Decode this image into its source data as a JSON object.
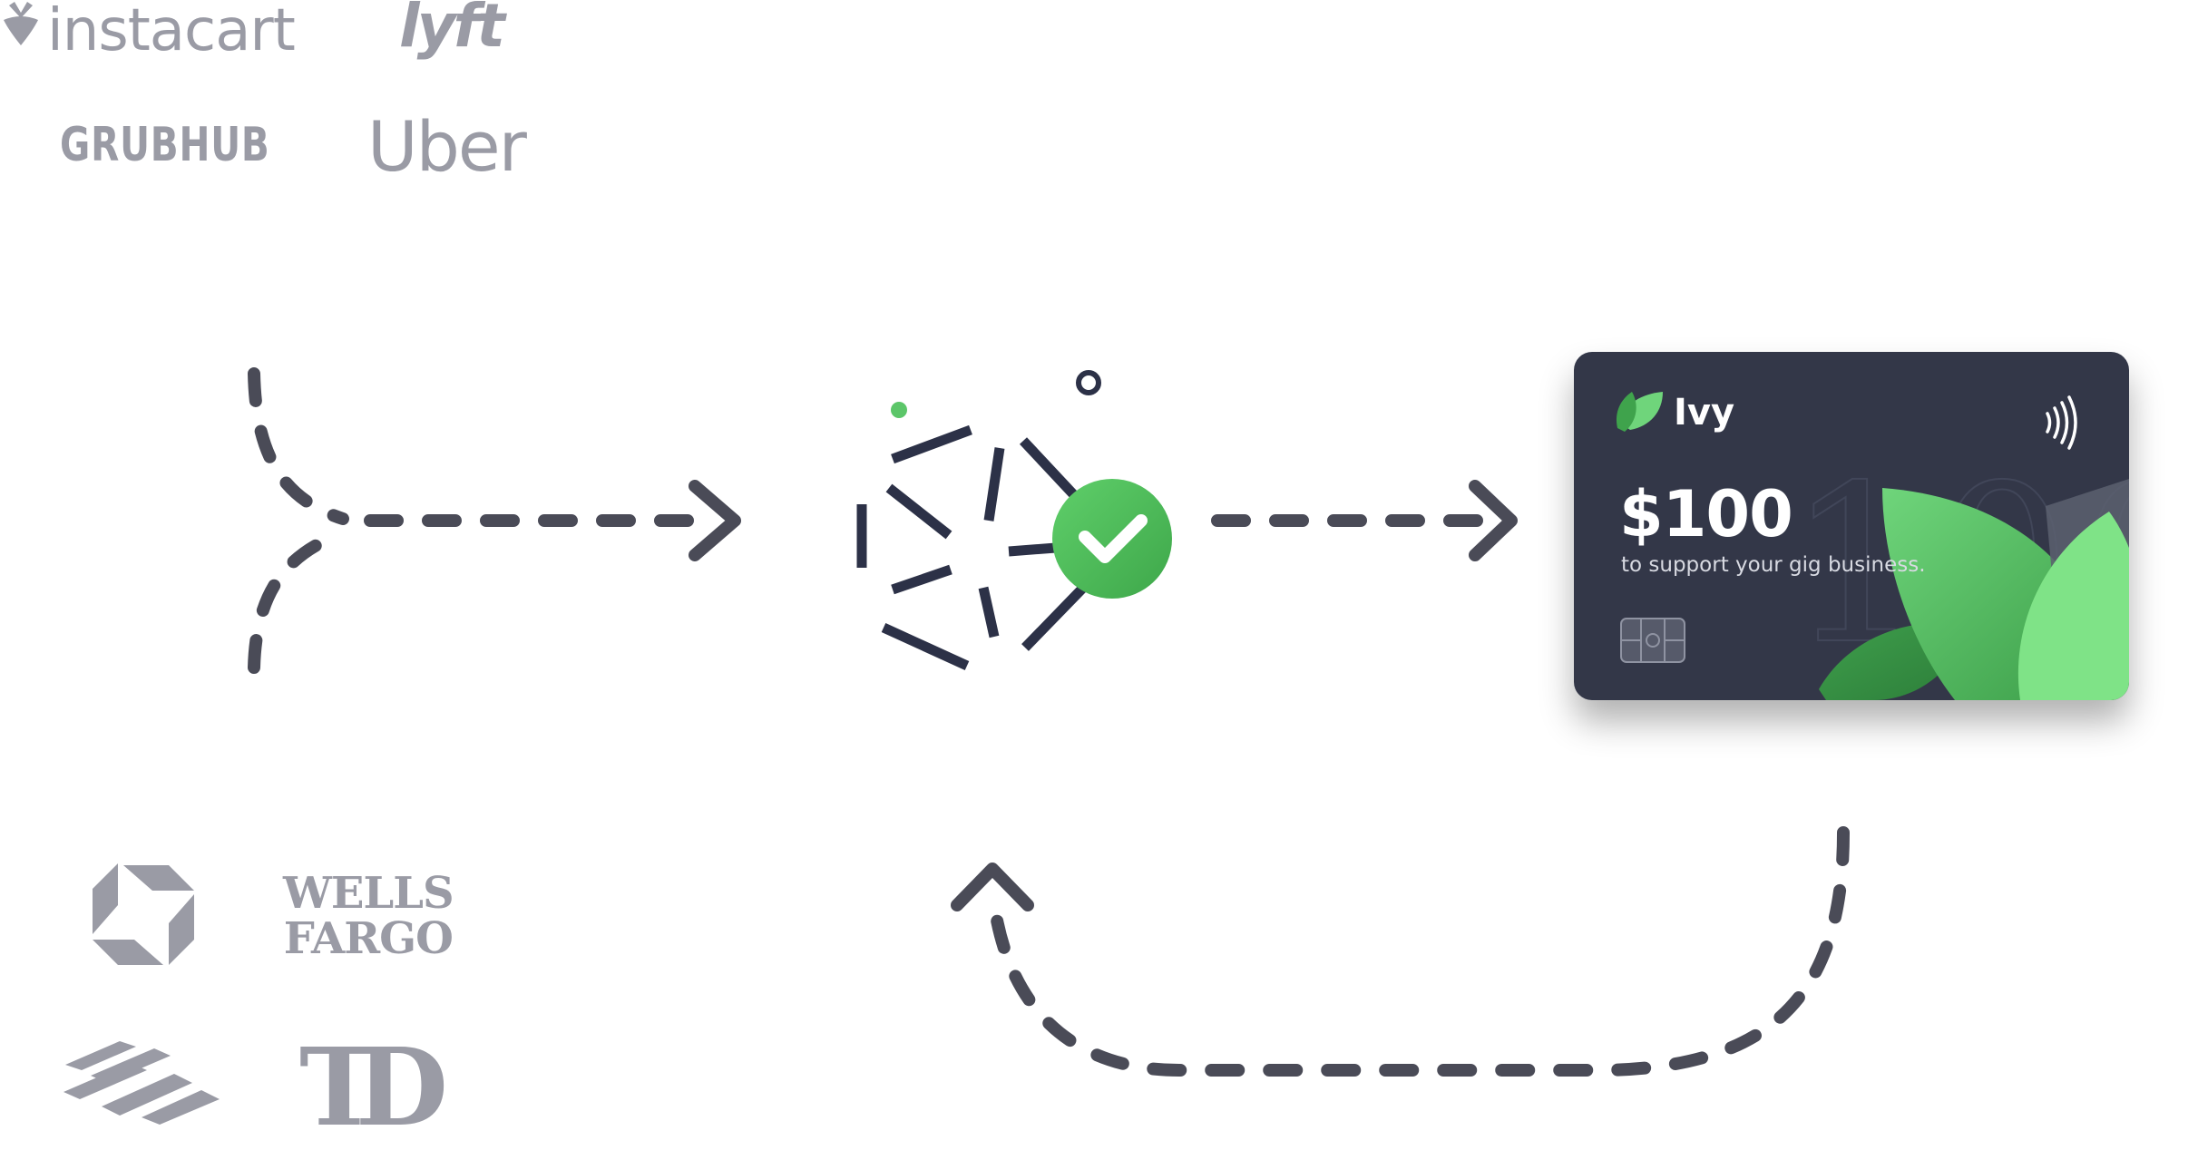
{
  "gig_logos": {
    "instacart": "instacart",
    "lyft": "lyft",
    "grubhub": "GRUBHUB",
    "uber": "Uber"
  },
  "bank_logos": {
    "wells_fargo_line1": "WELLS",
    "wells_fargo_line2": "FARGO",
    "td": "TD"
  },
  "card": {
    "brand": "Ivy",
    "amount": "$100",
    "subtext": "to support your gig business.",
    "watermark": "100"
  },
  "colors": {
    "logo_gray": "#9a9ba5",
    "arrow_dark": "#4a4b57",
    "network_navy": "#2c3147",
    "check_green": "#4fb85a",
    "card_bg": "#333748",
    "leaf_green": "#5cc669",
    "leaf_light": "#7fe387"
  },
  "icons": [
    "instacart-carrot-icon",
    "chase-octagon-icon",
    "bank-of-america-flag-icon",
    "network-graph-icon",
    "checkmark-icon",
    "leaf-logo-icon",
    "contactless-icon",
    "card-chip-icon"
  ]
}
